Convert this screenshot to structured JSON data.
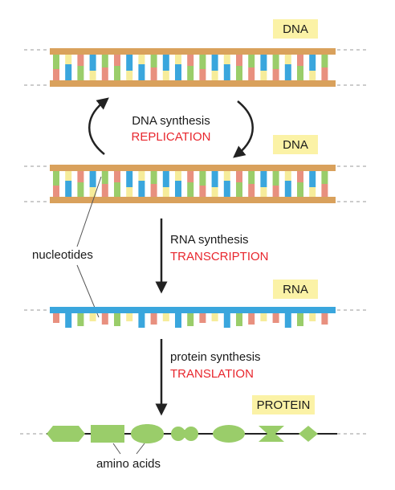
{
  "tags": {
    "dna_top": "DNA",
    "dna_middle": "DNA",
    "rna": "RNA",
    "protein": "PROTEIN"
  },
  "processes": {
    "replication": {
      "name": "DNA synthesis",
      "step": "REPLICATION"
    },
    "transcription": {
      "name": "RNA synthesis",
      "step": "TRANSCRIPTION"
    },
    "translation": {
      "name": "protein synthesis",
      "step": "TRANSLATION"
    }
  },
  "labels": {
    "nucleotides": "nucleotides",
    "amino_acids": "amino acids"
  },
  "colors": {
    "backbone_dna": "#d9a15c",
    "backbone_rna": "#3aa6dd",
    "base_blue": "#3aa6dd",
    "base_salmon": "#e8907f",
    "base_green": "#9acd6a",
    "base_yellow": "#f6ec9a",
    "tag_fill": "#fbf2a6",
    "accent_red": "#e8262d",
    "amino_acid_green": "#9acd6a"
  }
}
